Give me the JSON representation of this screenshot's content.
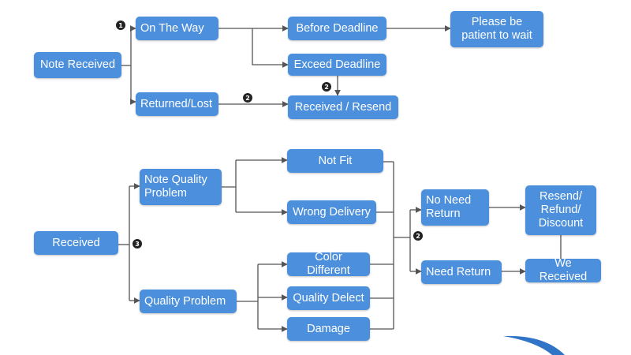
{
  "colors": {
    "node": "#4c8fdc",
    "line": "#555555",
    "deco": "#2f74c6"
  },
  "nodes": {
    "note_received": "Note Received",
    "on_the_way": "On The Way",
    "before_deadline": "Before Deadline",
    "please_wait": "Please be\npatient to wait",
    "exceed_deadline": "Exceed Deadline",
    "returned_lost": "Returned/Lost",
    "received_resend": "Received / Resend",
    "received": "Received",
    "note_quality_problem": "Note Quality\nProblem",
    "quality_problem": "Quality Problem",
    "not_fit": "Not Fit",
    "wrong_delivery": "Wrong Delivery",
    "color_different": "Color Different",
    "quality_delect": "Quality Delect",
    "damage": "Damage",
    "no_need_return": "No Need\nReturn",
    "need_return": "Need Return",
    "resend_refund_discount": "Resend/\nRefund/\nDiscount",
    "we_received": "We Received"
  },
  "badges": {
    "one": "1",
    "two": "2",
    "three": "3"
  }
}
